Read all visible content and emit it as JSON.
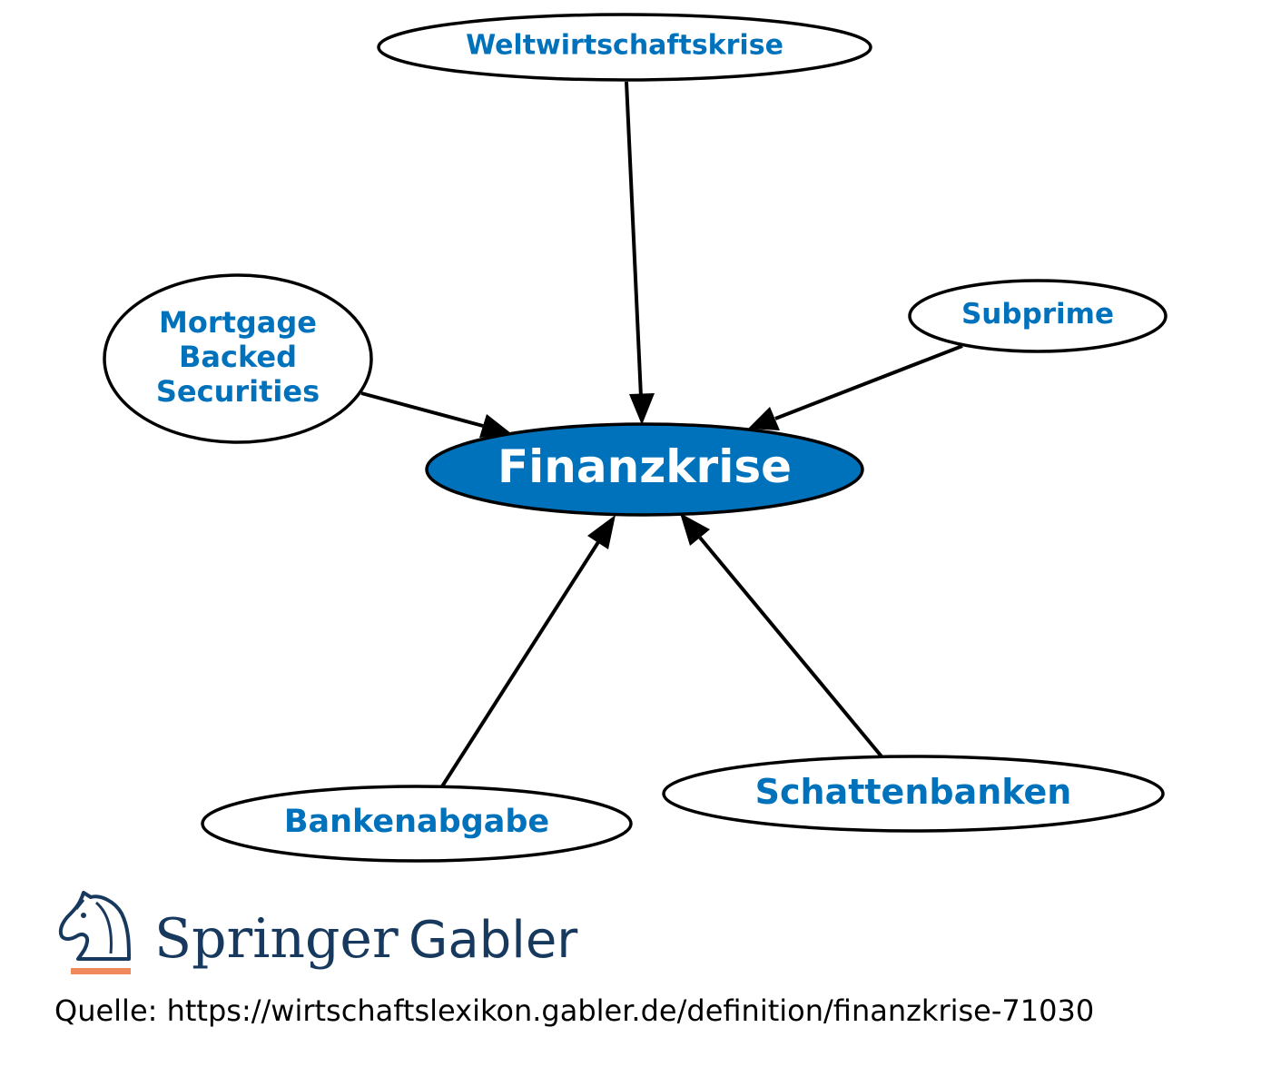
{
  "diagram": {
    "center": {
      "label": "Finanzkrise"
    },
    "nodes": [
      {
        "id": "weltwirtschaftskrise",
        "lines": [
          "Weltwirtschaftskrise"
        ]
      },
      {
        "id": "mbs",
        "lines": [
          "Mortgage",
          "Backed",
          "Securities"
        ]
      },
      {
        "id": "subprime",
        "lines": [
          "Subprime"
        ]
      },
      {
        "id": "bankenabgabe",
        "lines": [
          "Bankenabgabe"
        ]
      },
      {
        "id": "schattenbanken",
        "lines": [
          "Schattenbanken"
        ]
      }
    ],
    "edges": [
      {
        "from": "weltwirtschaftskrise",
        "to": "center"
      },
      {
        "from": "mbs",
        "to": "center"
      },
      {
        "from": "subprime",
        "to": "center"
      },
      {
        "from": "bankenabgabe",
        "to": "center"
      },
      {
        "from": "schattenbanken",
        "to": "center"
      }
    ]
  },
  "branding": {
    "logo_word_1": "Springer",
    "logo_word_2": "Gabler",
    "accent_color": "#f08a5d",
    "brand_color": "#17395e",
    "node_text_color": "#0072bc"
  },
  "footer": {
    "source": "Quelle: https://wirtschaftslexikon.gabler.de/definition/finanzkrise-71030"
  }
}
